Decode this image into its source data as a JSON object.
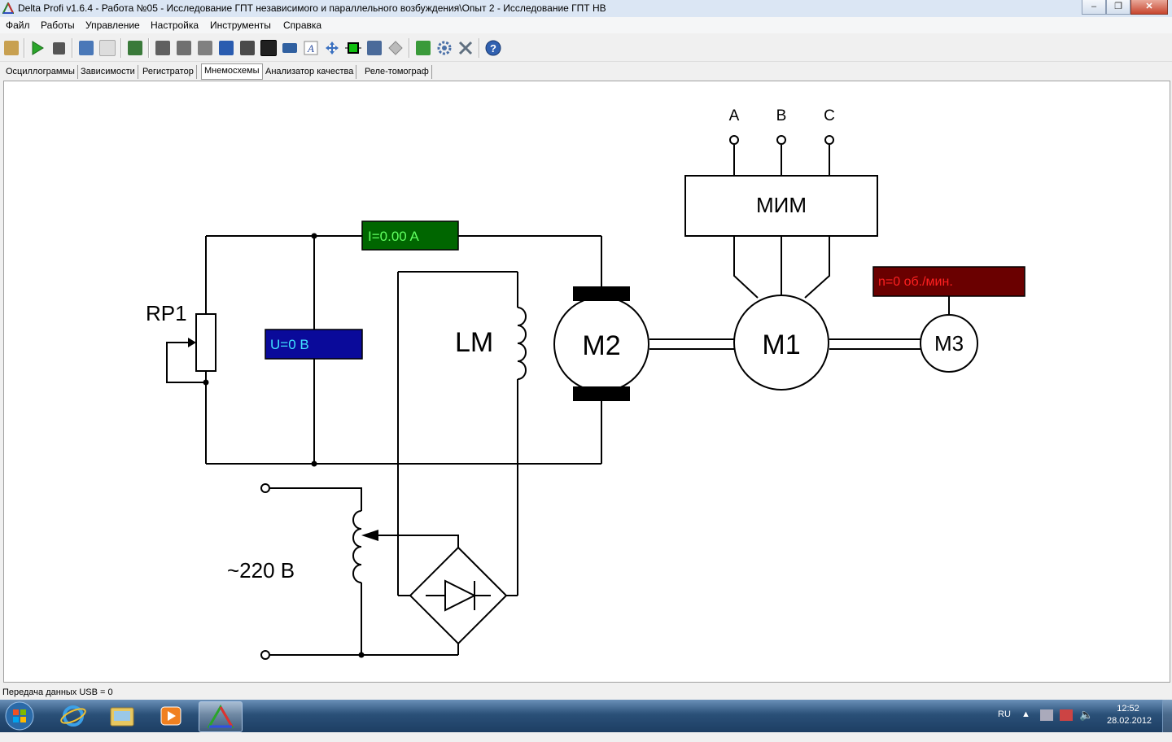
{
  "window": {
    "title": "Delta Profi v1.6.4 - Работа №05 - Исследование ГПТ независимого и параллельного возбуждения\\Опыт 2 - Исследование ГПТ НВ",
    "controls": [
      "minimize-icon",
      "maximize-icon",
      "close-icon"
    ]
  },
  "menu": [
    "Файл",
    "Работы",
    "Управление",
    "Настройка",
    "Инструменты",
    "Справка"
  ],
  "toolbar": [
    {
      "name": "edit-icon",
      "color": "#c8a050"
    },
    {
      "name": "play-icon",
      "color": "#2aa52a"
    },
    {
      "name": "stop-icon",
      "color": "#555555"
    },
    {
      "name": "download-icon",
      "color": "#4a78b8"
    },
    {
      "name": "document-icon",
      "color": "#dddddd"
    },
    {
      "name": "print-icon",
      "color": "#3a7a3a"
    },
    {
      "name": "grid-icon",
      "color": "#606060"
    },
    {
      "name": "chart-icon",
      "color": "#707070"
    },
    {
      "name": "waveform-icon",
      "color": "#808080"
    },
    {
      "name": "table-icon",
      "color": "#2a5cb0"
    },
    {
      "name": "graph-icon",
      "color": "#4a4a4a"
    },
    {
      "name": "list-icon",
      "color": "#202020"
    },
    {
      "name": "monitor-icon",
      "color": "#3060a0"
    },
    {
      "name": "text-icon",
      "color": "#3050a0"
    },
    {
      "name": "move-icon",
      "color": "#3a70c0"
    },
    {
      "name": "green-square-icon",
      "color": "#10c010"
    },
    {
      "name": "network-icon",
      "color": "#4a6a9a"
    },
    {
      "name": "diamond-icon",
      "color": "#a0a0a0"
    },
    {
      "name": "export-icon",
      "color": "#3a9a3a"
    },
    {
      "name": "gear-icon",
      "color": "#4a70a8"
    },
    {
      "name": "tools-icon",
      "color": "#607080"
    },
    {
      "name": "help-icon",
      "color": "#3060b0"
    }
  ],
  "tabs": [
    {
      "label": "Осциллограммы",
      "active": false
    },
    {
      "label": "Зависимости",
      "active": false
    },
    {
      "label": "Регистратор",
      "active": false
    },
    {
      "label": "Мнемосхемы",
      "active": true
    },
    {
      "label": "Анализатор качества",
      "active": false
    },
    {
      "label": "Реле-томограф",
      "active": false
    }
  ],
  "schematic": {
    "current_display": "I=0.00 A",
    "voltage_display": "U=0 В",
    "speed_display": "n=0 об./мин.",
    "rheostat_label": "RP1",
    "field_winding_label": "LM",
    "motor2_label": "M2",
    "motor1_label": "M1",
    "motor3_label": "M3",
    "mim_label": "МИМ",
    "phase_labels": [
      "A",
      "B",
      "C"
    ],
    "supply_label": "~220 В",
    "colors": {
      "current_bg": "#006600",
      "current_text": "#60ff60",
      "voltage_bg": "#0a0a9a",
      "voltage_text": "#40e0ff",
      "speed_bg": "#6a0000",
      "speed_text": "#ff2020"
    }
  },
  "status": {
    "text": "Передача данных USB = 0"
  },
  "taskbar": {
    "items": [
      {
        "name": "ie-icon"
      },
      {
        "name": "folder-icon"
      },
      {
        "name": "media-player-icon"
      },
      {
        "name": "delta-profi-icon"
      }
    ],
    "language": "RU",
    "time": "12:52",
    "date": "28.02.2012"
  }
}
